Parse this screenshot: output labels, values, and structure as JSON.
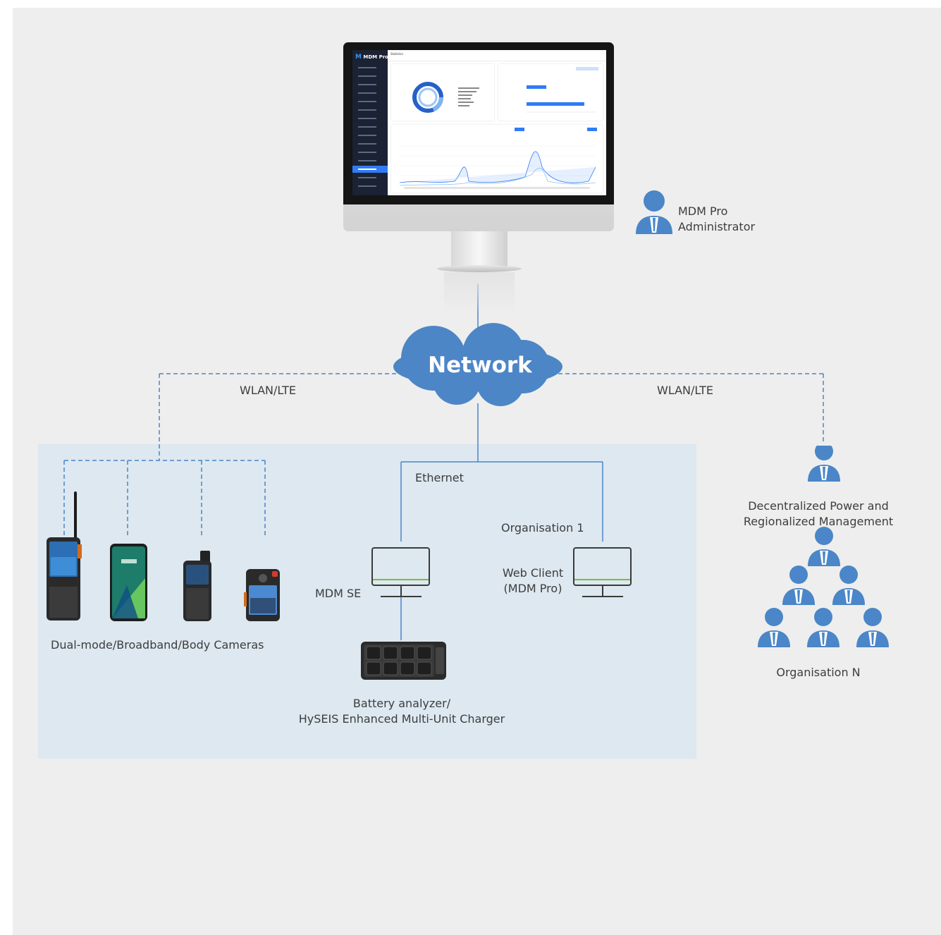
{
  "diagram": {
    "network_label": "Network",
    "wireless_link_label_left": "WLAN/LTE",
    "wireless_link_label_right": "WLAN/LTE",
    "wired_link_label": "Ethernet",
    "admin_label_line1": "MDM Pro",
    "admin_label_line2": "Administrator",
    "devices_label": "Dual-mode/Broadband/Body Cameras",
    "mdm_se_label": "MDM SE",
    "org1_label": "Organisation 1",
    "web_client_line1": "Web Client",
    "web_client_line2": "(MDM Pro)",
    "charger_line1": "Battery analyzer/",
    "charger_line2": "HySEIS Enhanced Multi-Unit Charger",
    "decentralized_line1": "Decentralized Power and",
    "decentralized_line2": "Regionalized Management",
    "orgN_label": "Organisation N"
  },
  "screen": {
    "app_name": "MDM Pro",
    "page_title": "Statistics",
    "sidebar_active_index": 13
  },
  "colors": {
    "canvas": "#eeeeee",
    "lan_panel": "#dde8f0",
    "link": "#4a86c8",
    "cloud": "#4d86c6",
    "person": "#4a86c8",
    "accent_green": "#7dbd3a"
  }
}
